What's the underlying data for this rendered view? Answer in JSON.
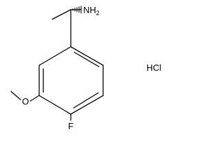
{
  "molecule": {
    "amine_label": "NH2",
    "amine_main": "NH",
    "amine_subscript": "2",
    "salt_label": "HCl",
    "oxygen_label": "O",
    "fluorine_label": "F"
  },
  "colors": {
    "bond": "#000000",
    "text": "#000000",
    "background": "#ffffff"
  }
}
